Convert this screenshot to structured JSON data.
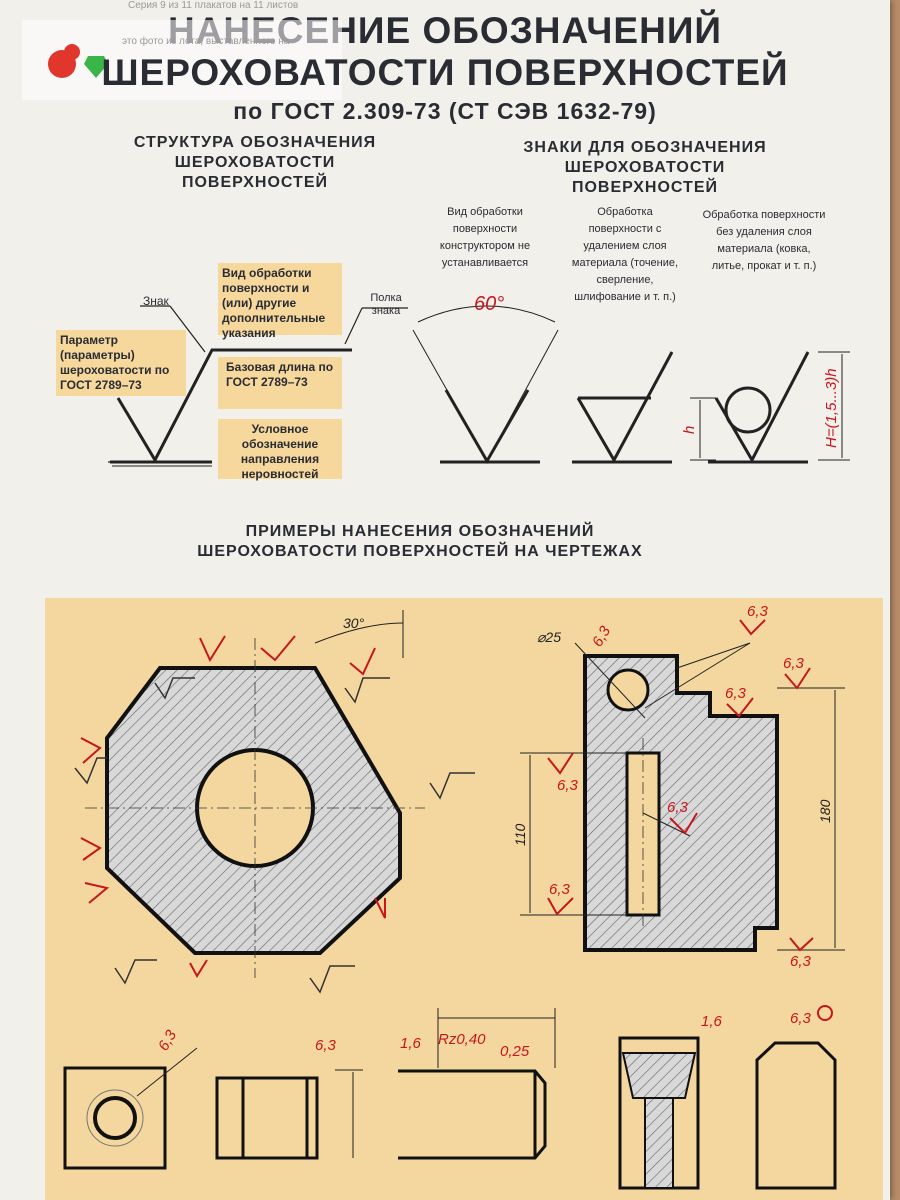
{
  "header": {
    "small_print": "Серия 9 из 11 плакатов на 11 листов",
    "title_line1": "НАНЕСЕНИЕ ОБОЗНАЧЕНИЙ",
    "title_line2": "ШЕРОХОВАТОСТИ ПОВЕРХНОСТЕЙ",
    "subtitle": "по ГОСТ 2.309-73 (СТ СЭВ 1632-79)"
  },
  "watermark": "это фото из лота, выставленного на",
  "structure": {
    "heading": "СТРУКТУРА ОБОЗНАЧЕНИЯ ШЕРОХОВАТОСТИ ПОВЕРХНОСТЕЙ",
    "label_sign": "Знак",
    "label_shelf": "Полка знака",
    "box_param": "Параметр (параметры) шероховатости по ГОСТ 2789–73",
    "box_treatment": "Вид обработки поверхности и (или) другие дополнительные указания",
    "box_base": "Базовая длина по ГОСТ 2789–73",
    "box_direction": "Условное обозначение направления неровностей"
  },
  "signs": {
    "heading": "ЗНАКИ ДЛЯ ОБОЗНАЧЕНИЯ ШЕРОХОВАТОСТИ ПОВЕРХНОСТЕЙ",
    "sign1_caption": "Вид обработки поверхности конструктором не устанавливается",
    "sign1_angle": "60°",
    "sign2_caption": "Обработка поверхности с удалением слоя материала (точение, сверление, шлифование и т. п.)",
    "sign3_caption": "Обработка поверхности без удаления слоя материала (ковка, литье, прокат и т. п.)",
    "h_label": "h",
    "H_label": "H=(1,5...3)h"
  },
  "examples": {
    "heading_line1": "ПРИМЕРЫ НАНЕСЕНИЯ ОБОЗНАЧЕНИЙ",
    "heading_line2": "ШЕРОХОВАТОСТИ ПОВЕРХНОСТЕЙ НА ЧЕРТЕЖАХ",
    "angle_30": "30°",
    "diameter": "⌀25",
    "val_63": "6,3",
    "val_16": "1,6",
    "dim_110": "110",
    "dim_180": "180",
    "rz": "Rz0,40",
    "base_025": "0,25"
  },
  "colors": {
    "poster_bg": "#f2f0ea",
    "drawing_bg": "#f4d79e",
    "label_box": "#f6d79c",
    "accent_red": "#c8161d",
    "ink": "#2a2c33"
  }
}
